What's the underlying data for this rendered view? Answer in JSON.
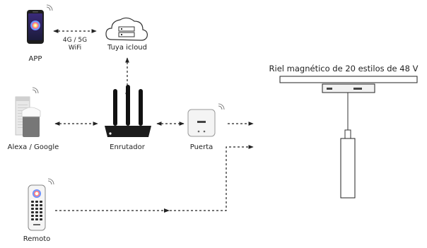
{
  "diagram": {
    "nodes": {
      "app": {
        "label": "APP",
        "icon": "smartphone-icon"
      },
      "cloud": {
        "label": "Tuya icloud",
        "icon": "cloud-server-icon"
      },
      "assistants": {
        "label": "Alexa / Google",
        "icon": "smart-speaker-icon"
      },
      "router": {
        "label": "Enrutador",
        "icon": "router-icon"
      },
      "gateway": {
        "label": "Puerta",
        "icon": "gateway-icon"
      },
      "remote": {
        "label": "Remoto",
        "icon": "remote-control-icon"
      },
      "rail": {
        "label": "Riel magnético de 20 estilos de 48 V",
        "icon": "pendant-light-icon"
      }
    },
    "link_labels": {
      "app_cloud_line1": "4G / 5G",
      "app_cloud_line2": "WiFi"
    },
    "colors": {
      "line": "#222222",
      "device_light": "#f2f2f2",
      "device_dark": "#1e1e1e"
    }
  }
}
